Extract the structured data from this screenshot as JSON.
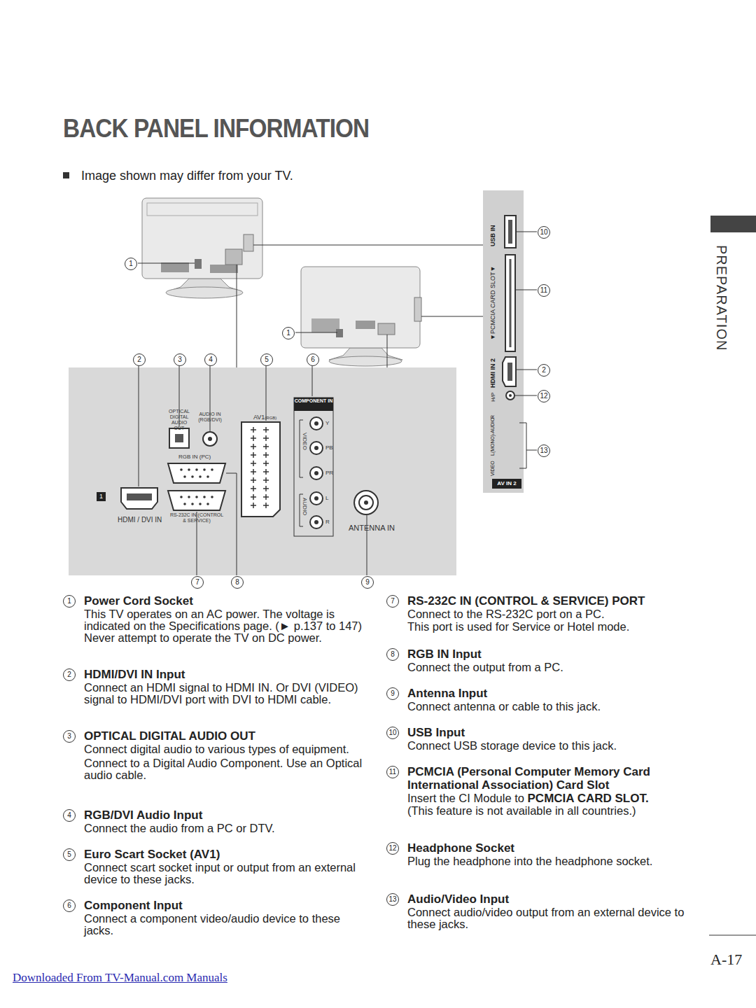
{
  "diagram": {
    "title": "BACK PANEL INFORMATION",
    "labels": [
      "Image shown may differ from your TV.",
      "1",
      "1",
      "2",
      "3",
      "4",
      "5",
      "6",
      "10",
      "11",
      "2",
      "12",
      "13",
      "OPTICAL DIGITAL AUDIO OUT",
      "AUDIO IN (RGB/DVI)",
      "AV1",
      "(RGB)",
      "COMPONENT IN",
      "Y",
      "PB",
      "PR",
      "L",
      "R",
      "VIDEO",
      "AUDIO",
      "RGB IN (PC)",
      "1",
      "HDMI / DVI IN",
      "RS-232C IN (CONTROL & SERVICE)",
      "ANTENNA IN",
      "USB IN",
      "▼PCMCIA CARD SLOT▼",
      "HDMI IN 2",
      "H/P",
      "VIDEO",
      "L(MONO)",
      "-AUDIO-",
      "R",
      "AV IN 2",
      "7",
      "8",
      "9",
      "PREPARATION",
      "1",
      "Power Cord Socket",
      "This TV operates on an AC power. The voltage is indicated on the Specifications page. (► p.137 to 147) Never attempt to operate the TV on DC power.",
      "2",
      "HDMI/DVI IN Input",
      "Connect an HDMI signal to HDMI IN. Or DVI (VIDEO) signal to HDMI/DVI port with DVI to HDMI cable.",
      "3",
      "OPTICAL DIGITAL AUDIO OUT",
      "Connect digital audio to various types of equipment.",
      "Connect to a Digital Audio Component. Use an Optical audio cable.",
      "4",
      "RGB/DVI Audio Input",
      "Connect the audio from a PC or DTV.",
      "5",
      "Euro Scart Socket (AV1)",
      "Connect scart socket input or output from an external device to these jacks.",
      "6",
      "Component Input",
      "Connect a component video/audio device to these jacks.",
      "7",
      "RS-232C IN (CONTROL & SERVICE) PORT",
      "Connect to the RS-232C port on a PC.",
      "This port is used for Service or Hotel mode.",
      "8",
      "RGB IN Input",
      "Connect the output from a PC.",
      "9",
      "Antenna Input",
      "Connect antenna or cable to this jack.",
      "10",
      "USB Input",
      "Connect USB storage device to this jack.",
      "11",
      "PCMCIA (Personal Computer Memory Card International Association) Card Slot",
      "Insert the CI Module to",
      "PCMCIA CARD SLOT.",
      "(This feature is not available in all countries.)",
      "12",
      "Headphone Socket",
      "Plug the headphone into the headphone socket.",
      "13",
      "Audio/Video Input",
      "Connect audio/video output from an external device to these jacks.",
      "A-17",
      "Downloaded From TV-Manual.com Manuals"
    ]
  }
}
